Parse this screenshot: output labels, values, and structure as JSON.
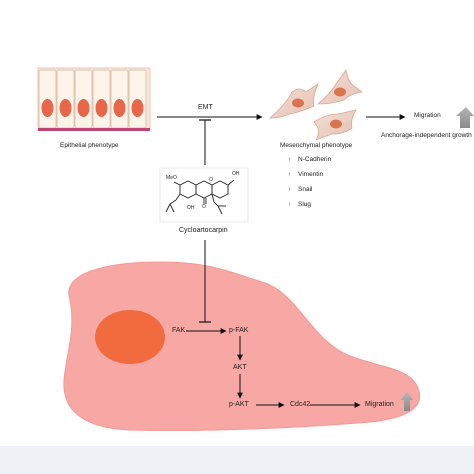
{
  "top": {
    "emt": "EMT",
    "epithelial": "Epithelial phenotype",
    "mesenchymal": "Mesenchymal phenotype",
    "migration": "Migration",
    "anchorage": "Anchorage-independent growth",
    "markers": [
      "N-Cadherin",
      "Vimentin",
      "Snail",
      "Slug"
    ]
  },
  "compound": {
    "name": "Cycloartocarpin",
    "labels": {
      "oh_top": "OH",
      "oh_bottom": "OH",
      "o_ketone": "O",
      "ring_o": "O",
      "meo": "MeO"
    }
  },
  "pathway": {
    "fak": "FAK",
    "pfak": "p-FAK",
    "akt": "AKT",
    "pakt": "p-AKT",
    "cdc42": "Cdc42",
    "migration": "Migration"
  },
  "colors": {
    "cell_fill": "#f7a8a4",
    "nucleus": "#f26b3f",
    "up_arrow": "#9a9a9a",
    "epithelial_nucleus": "#e8674a"
  }
}
